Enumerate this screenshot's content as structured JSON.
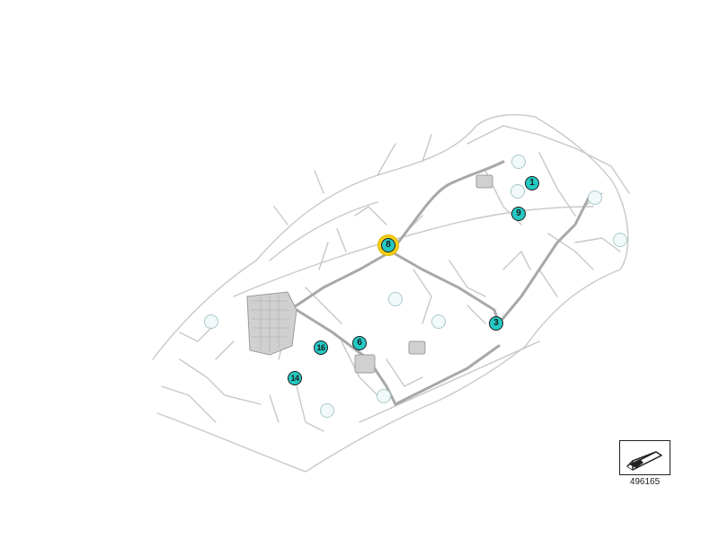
{
  "diagram": {
    "markers": [
      {
        "label": "1",
        "kind": "numbered"
      },
      {
        "label": "9",
        "kind": "numbered"
      },
      {
        "label": "8",
        "kind": "highlighted"
      },
      {
        "label": "3",
        "kind": "numbered"
      },
      {
        "label": "6",
        "kind": "numbered"
      },
      {
        "label": "16",
        "kind": "numbered"
      },
      {
        "label": "14",
        "kind": "numbered"
      },
      {
        "label": "",
        "kind": "empty"
      },
      {
        "label": "",
        "kind": "empty"
      },
      {
        "label": "",
        "kind": "empty"
      },
      {
        "label": "",
        "kind": "empty"
      },
      {
        "label": "",
        "kind": "empty"
      },
      {
        "label": "",
        "kind": "empty"
      },
      {
        "label": "",
        "kind": "empty"
      },
      {
        "label": "",
        "kind": "empty"
      },
      {
        "label": "",
        "kind": "empty"
      }
    ],
    "diagram_id": "496165"
  },
  "colors": {
    "harness": "#c4c4c4",
    "harness_dark": "#9a9a9a",
    "marker_fill": "#25c9c4",
    "highlight": "#f3cf1a"
  },
  "icons": {
    "view_icon": "vehicle-view-arrow-icon"
  }
}
